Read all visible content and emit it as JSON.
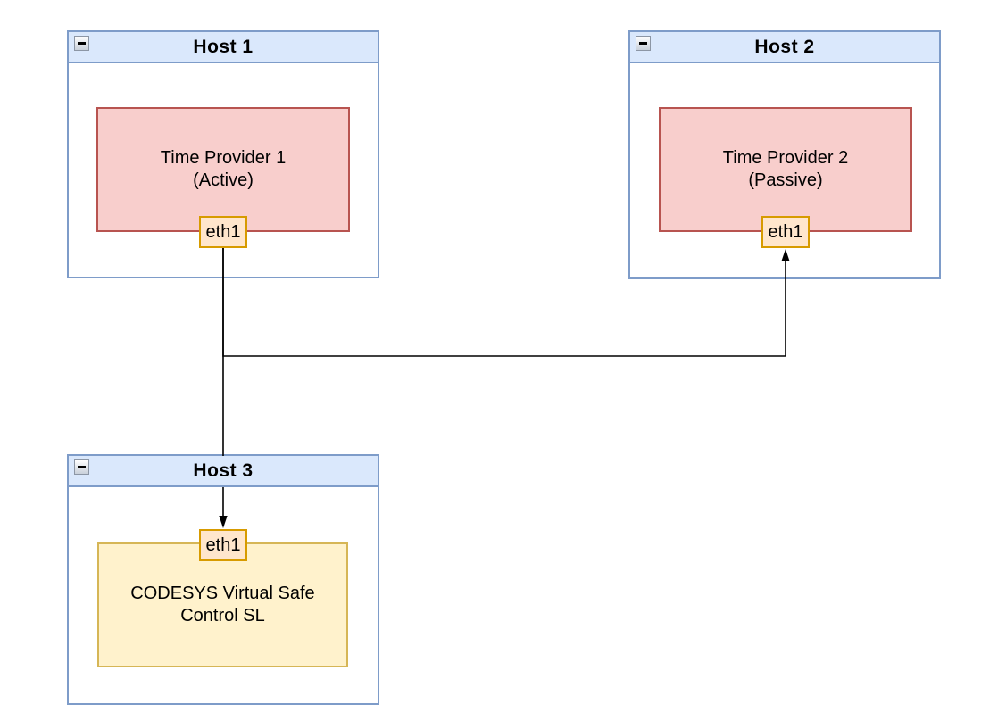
{
  "diagram": {
    "background": "#ffffff",
    "hosts": [
      {
        "title": "Host 1",
        "collapse_icon": "minus",
        "box": {
          "label": "Time Provider 1\n(Active)",
          "fill": "#f8cecc",
          "stroke": "#b85450"
        },
        "port": {
          "label": "eth1",
          "fill": "#ffe6cc",
          "stroke": "#d79b00"
        }
      },
      {
        "title": "Host 2",
        "collapse_icon": "minus",
        "box": {
          "label": "Time Provider 2\n(Passive)",
          "fill": "#f8cecc",
          "stroke": "#b85450"
        },
        "port": {
          "label": "eth1",
          "fill": "#ffe6cc",
          "stroke": "#d79b00"
        }
      },
      {
        "title": "Host 3",
        "collapse_icon": "minus",
        "box": {
          "label": "CODESYS Virtual Safe\nControl SL",
          "fill": "#fff2cc",
          "stroke": "#d6b656"
        },
        "port": {
          "label": "eth1",
          "fill": "#ffe6cc",
          "stroke": "#d79b00"
        }
      }
    ],
    "connections": [
      {
        "from": "Host 1 eth1",
        "to": "Host 2 eth1",
        "style": "orthogonal",
        "arrow_at": "Host 2 eth1"
      },
      {
        "from": "Host 1 eth1",
        "to": "Host 3 eth1",
        "style": "straight-vertical",
        "arrow_at": "Host 3 eth1"
      }
    ],
    "colors": {
      "host_header_fill": "#dae8fc",
      "host_border": "#7e9cc9",
      "time_provider_fill": "#f8cecc",
      "time_provider_stroke": "#b85450",
      "codesys_fill": "#fff2cc",
      "codesys_stroke": "#d6b656",
      "port_fill": "#ffe6cc",
      "port_stroke": "#d79b00",
      "connector": "#000000"
    }
  }
}
